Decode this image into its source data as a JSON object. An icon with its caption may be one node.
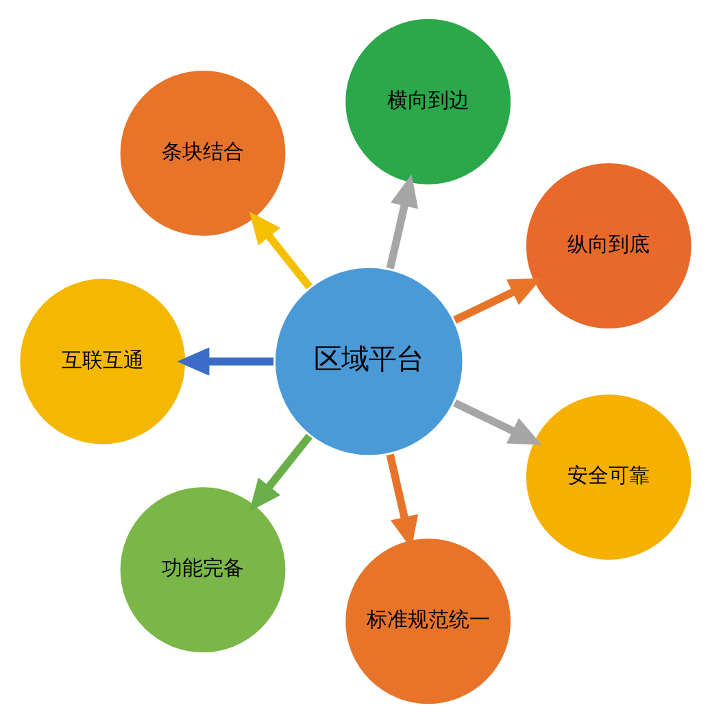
{
  "diagram": {
    "nodes": [
      {
        "text": [
          "区域平台"
        ]
      },
      {
        "text": [
          "纵向到底"
        ]
      },
      {
        "text": [
          "横向到边"
        ]
      },
      {
        "text": [
          "条块结合"
        ]
      },
      {
        "text": [
          "互联互通"
        ]
      },
      {
        "text": [
          "功能完备"
        ]
      },
      {
        "text": [
          "标准规范统一"
        ]
      },
      {
        "text": [
          "安全可靠"
        ]
      }
    ],
    "edges": [
      {
        "from": 0,
        "to": 1,
        "arrow": "to",
        "color": "#e8742a"
      },
      {
        "from": 0,
        "to": 2,
        "arrow": "to",
        "color": "#a6a6a6"
      },
      {
        "from": 0,
        "to": 3,
        "arrow": "to",
        "color": "#f5c000"
      },
      {
        "from": 0,
        "to": 4,
        "arrow": "to",
        "color": "#3a6cc8"
      },
      {
        "from": 0,
        "to": 5,
        "arrow": "to",
        "color": "#6ab04a"
      },
      {
        "from": 0,
        "to": 6,
        "arrow": "to",
        "color": "#e8742a"
      },
      {
        "from": 0,
        "to": 7,
        "arrow": "to",
        "color": "#a6a6a6"
      }
    ]
  }
}
